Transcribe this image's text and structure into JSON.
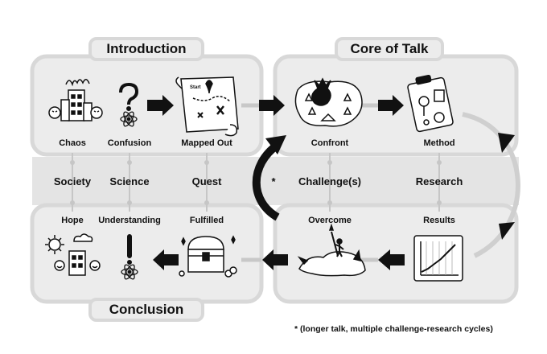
{
  "sections": {
    "introduction": "Introduction",
    "core": "Core of Talk",
    "conclusion": "Conclusion"
  },
  "intro_items": [
    "Chaos",
    "Confusion",
    "Mapped Out"
  ],
  "core_top_items": [
    "Confront",
    "Method"
  ],
  "middle_items": [
    "Society",
    "Science",
    "Quest",
    "Challenge(s)",
    "Research"
  ],
  "conclusion_items": [
    "Hope",
    "Understanding",
    "Fulfilled"
  ],
  "core_bottom_items": [
    "Overcome",
    "Results"
  ],
  "asterisk": "*",
  "map_label": "Start",
  "footnote": "* (longer talk, multiple challenge-research cycles)",
  "icons": [
    "chaos-city-fire-icon",
    "question-atom-icon",
    "treasure-map-icon",
    "dragon-map-icon",
    "clipboard-method-icon",
    "dragon-slain-icon",
    "results-chart-icon",
    "sunny-city-icon",
    "exclamation-atom-icon",
    "treasure-chest-icon"
  ],
  "colors": {
    "panel": "#e9e9e9",
    "panel_border": "#dadada",
    "ink": "#111111",
    "connector": "#c8c8c8"
  }
}
